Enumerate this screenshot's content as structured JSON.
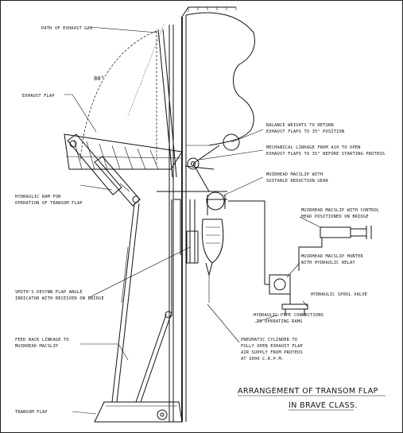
{
  "labels": {
    "exhaust_gas": "PATH OF EXHAUST GAS",
    "angle": "80°",
    "exhaust_flap": "EXHAUST FLAP",
    "ram_1": "HYDRAULIC RAM FOR",
    "ram_2": "OPERATION OF TRANSOM FLAP",
    "balance_1": "BALANCE WEIGHTS TO RETURN",
    "balance_2": "EXHAUST FLAPS TO 35° POSITION",
    "mech_1": "MECHANICAL LINKAGE FROM A10 TO OPEN",
    "mech_2": "EXHAUST FLAPS TO 35° BEFORE STARTING PROTEUS",
    "macslip_1": "MUIRHEAD MACSLIP WITH",
    "macslip_2": "SUITABLE REDUCTION GEAR",
    "control_1": "MUIRHEAD MACSLIP WITH CONTROL",
    "control_2": "HEAD POSITIONED ON BRIDGE",
    "hunter_1": "MUIRHEAD MACSLIP HUNTER",
    "hunter_2": "WITH HYDRAULIC RELAY",
    "spool": "HYDRAULIC SPOOL VALVE",
    "pipe_1": "HYDRAULIC PIPE CONNECTIONS",
    "pipe_2": "TO OPERATING RAMS",
    "smiths_1": "SMITH'S DESYNN FLAP ANGLE",
    "smiths_2": "INDICATOR WITH RECEIVER ON BRIDGE",
    "feed_1": "FEED BACK LINKAGE TO",
    "feed_2": "MUIRHEAD MACSLIP",
    "pneu_1": "PNEUMATIC CYLINDER TO",
    "pneu_2": "FULLY OPEN EXHAUST FLAP",
    "pneu_3": "AIR SUPPLY FROM PROTEUS",
    "pneu_4": "AT 3000 C.R.P.M.",
    "transom_flap": "TRANSOM FLAP",
    "title_1": "ARRANGEMENT  OF  TRANSOM  FLAP",
    "title_2": "IN  BRAVE  CLASS."
  }
}
